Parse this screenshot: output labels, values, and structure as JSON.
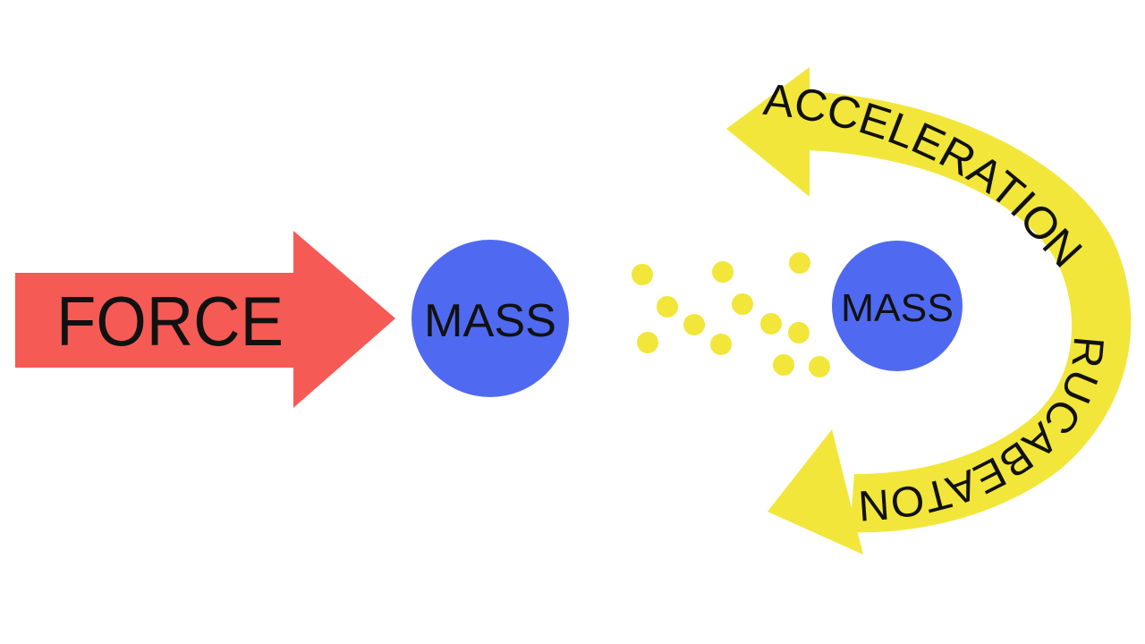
{
  "force": {
    "label": "FORCE",
    "color": "#f65a55"
  },
  "mass_left": {
    "label": "MASS",
    "color": "#4f6af0"
  },
  "mass_right": {
    "label": "MASS",
    "color": "#4f6af0"
  },
  "acceleration": {
    "label": "ACCELERATION",
    "color": "#f2e63a"
  },
  "deceleration": {
    "label": "RUCABEATON",
    "color": "#f2e63a"
  },
  "particles": {
    "color": "#f2e63a"
  }
}
